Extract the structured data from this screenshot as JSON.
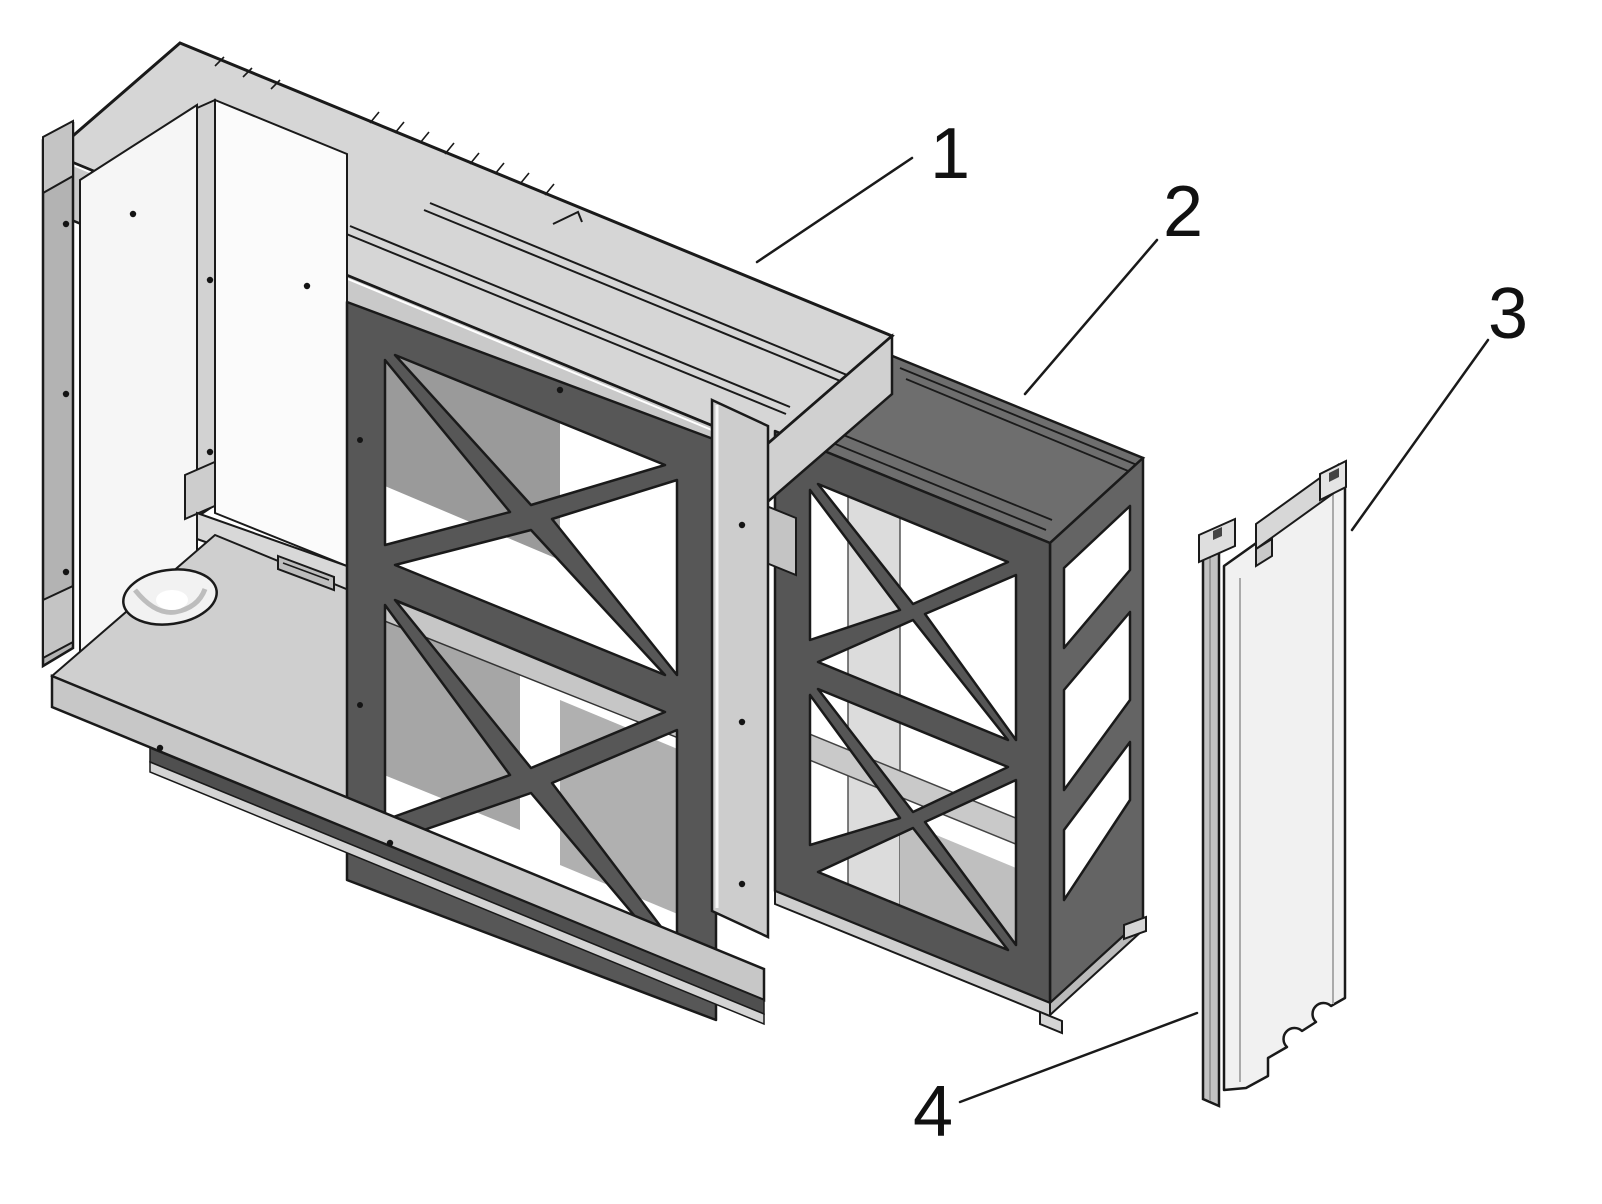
{
  "figure": {
    "type": "exploded-isometric-assembly-diagram",
    "background": "#ffffff",
    "line_color": "#1a1a1a",
    "palette": {
      "roof_top": "#d6d6d6",
      "roof_fascia": "#c9c9c9",
      "outer_edge": "#b3b3b3",
      "interior_wall": "#f6f6f6",
      "floor": "#cfcfcf",
      "dark_lattice": "#575757",
      "module_top": "#6e6e6e",
      "module_side": "#646464",
      "panel_face": "#f1f1f1",
      "panel_strip": "#c3c3c3"
    },
    "callouts": [
      {
        "label": "1",
        "target": "housing"
      },
      {
        "label": "2",
        "target": "lattice-module"
      },
      {
        "label": "3",
        "target": "cover-panel"
      },
      {
        "label": "4",
        "target": "panel-edge-strip"
      }
    ]
  }
}
